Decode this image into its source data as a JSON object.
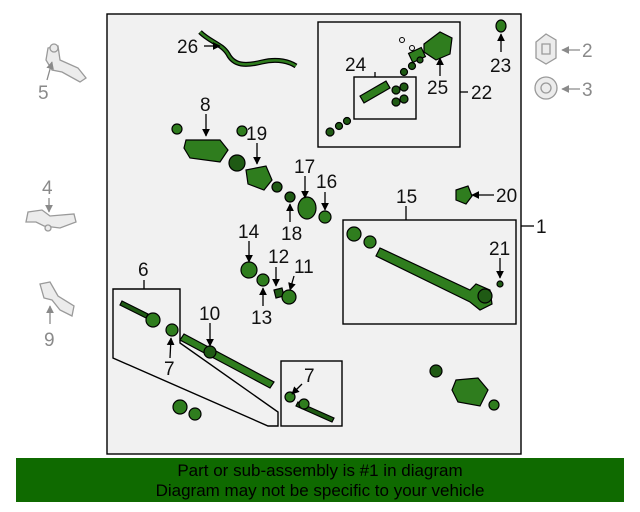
{
  "colors": {
    "part": "#2f7d1e",
    "banner": "#0f6a00",
    "ghost_part": "#ececec"
  },
  "callouts": {
    "c1": "1",
    "c2": "2",
    "c3": "3",
    "c4": "4",
    "c5": "5",
    "c6": "6",
    "c7a": "7",
    "c7b": "7",
    "c8": "8",
    "c9": "9",
    "c10": "10",
    "c11": "11",
    "c12": "12",
    "c13": "13",
    "c14": "14",
    "c15": "15",
    "c16": "16",
    "c17": "17",
    "c18": "18",
    "c19": "19",
    "c20": "20",
    "c21": "21",
    "c22": "22",
    "c23": "23",
    "c24": "24",
    "c25": "25",
    "c26": "26"
  },
  "banner": {
    "line1": "Part or sub-assembly is #1 in diagram",
    "line2": "Diagram may not be specific to your vehicle"
  }
}
